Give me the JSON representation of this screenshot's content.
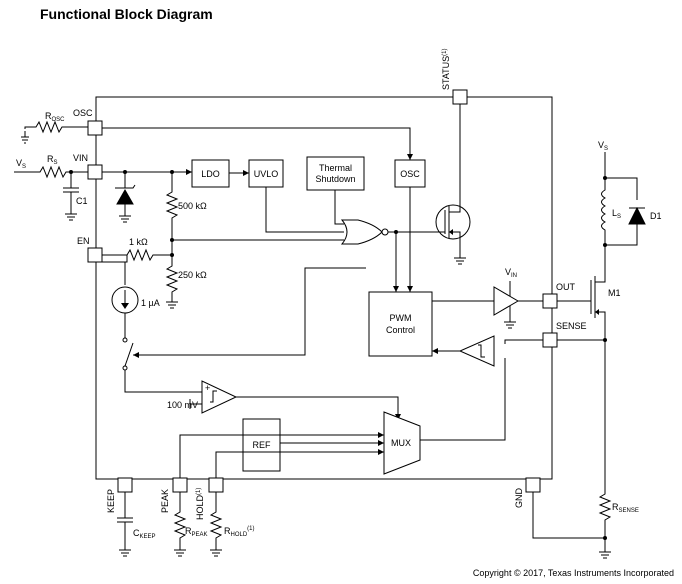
{
  "title": "Functional Block Diagram",
  "copyright": "Copyright © 2017, Texas Instruments Incorporated",
  "blocks": {
    "ldo": "LDO",
    "uvlo": "UVLO",
    "thermal_1": "Thermal",
    "thermal_2": "Shutdown",
    "osc": "OSC",
    "pwm_1": "PWM",
    "pwm_2": "Control",
    "ref": "REF",
    "mux": "MUX"
  },
  "pins": {
    "osc": "OSC",
    "vin": "VIN",
    "en": "EN",
    "status": "STATUS",
    "status_note": "(1)",
    "out": "OUT",
    "sense": "SENSE",
    "gnd": "GND",
    "keep": "KEEP",
    "peak": "PEAK",
    "hold": "HOLD",
    "hold_note": "(1)"
  },
  "components": {
    "r_osc": "R",
    "r_osc_sub": "OSC",
    "vs_left": "V",
    "vs_left_sub": "S",
    "rs": "R",
    "rs_sub": "S",
    "c1": "C1",
    "r_1k": "1 kΩ",
    "r_500k": "500 kΩ",
    "r_250k": "250 kΩ",
    "i_1ua": "1 µA",
    "v_100mv": "100 mV",
    "vin_driver": "V",
    "vin_driver_sub": "IN",
    "vs_right": "V",
    "vs_right_sub": "S",
    "ls": "L",
    "ls_sub": "S",
    "d1": "D1",
    "m1": "M1",
    "r_sense": "R",
    "r_sense_sub": "SENSE",
    "c_keep": "C",
    "c_keep_sub": "KEEP",
    "r_peak": "R",
    "r_peak_sub": "PEAK",
    "r_hold": "R",
    "r_hold_sub": "HOLD",
    "r_hold_note": "(1)"
  }
}
